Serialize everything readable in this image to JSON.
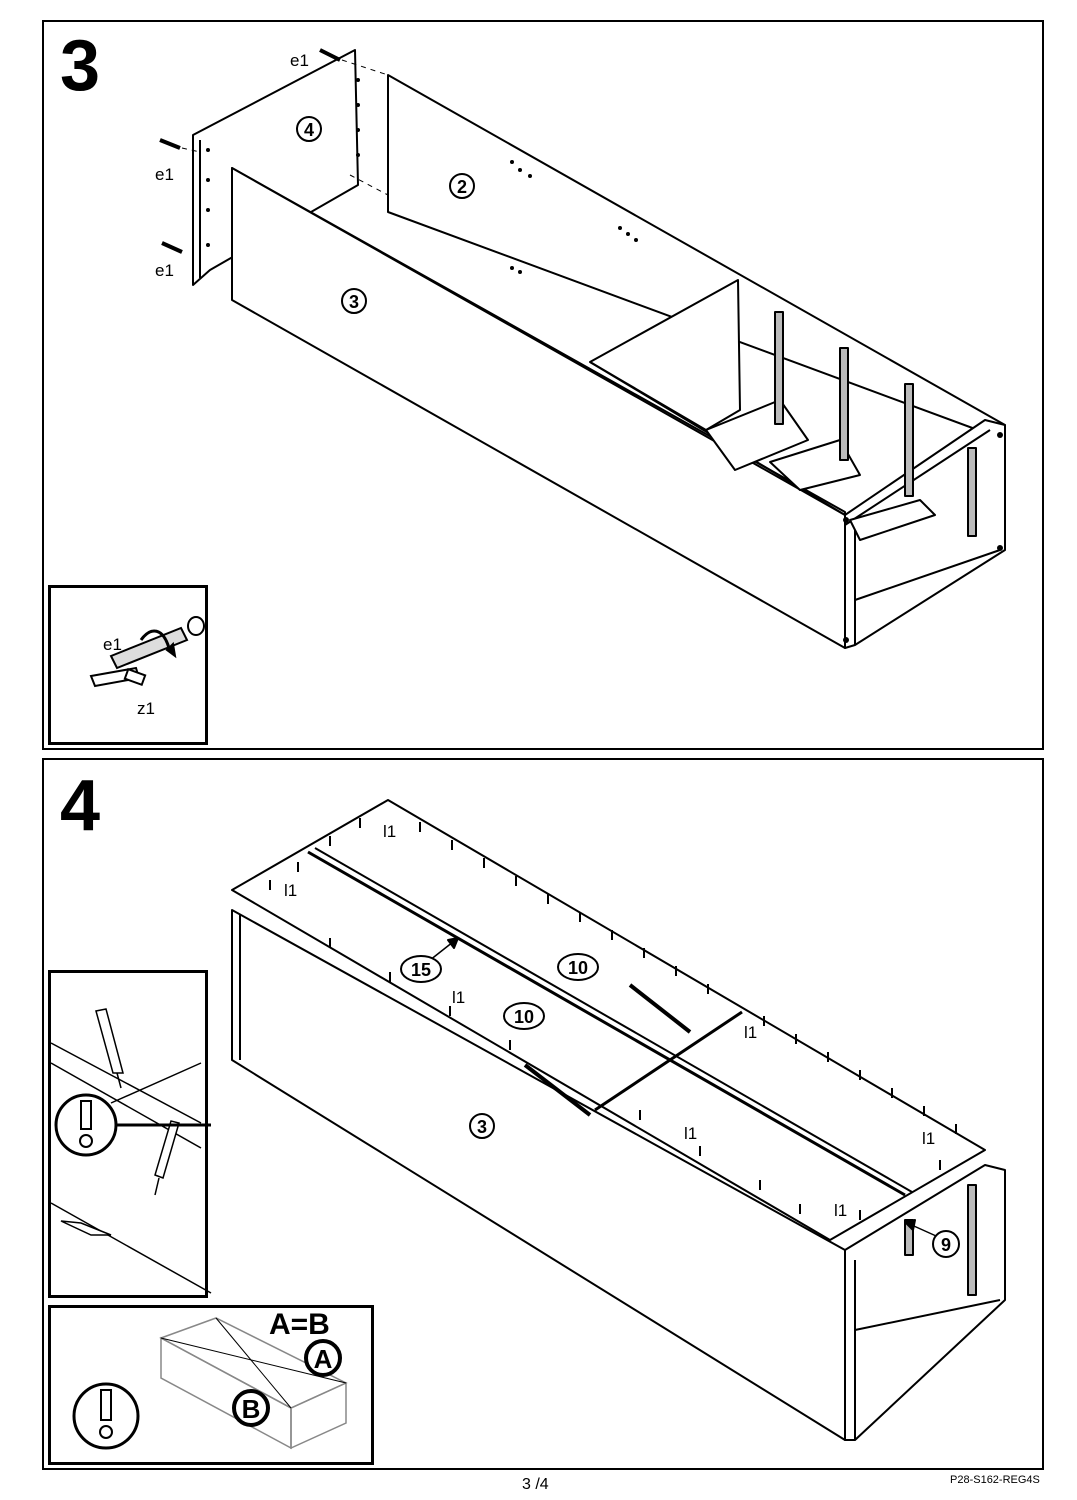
{
  "steps": [
    {
      "number": "3",
      "labels": {
        "e1_top": "e1",
        "e1_mid": "e1",
        "e1_bot": "e1",
        "inset_e1": "e1",
        "inset_z1": "z1"
      },
      "parts": {
        "p4": "4",
        "p2": "2",
        "p3": "3"
      }
    },
    {
      "number": "4",
      "labels": {
        "l1_a": "l1",
        "l1_b": "l1",
        "l1_c": "l1",
        "l1_d": "l1",
        "l1_e": "l1",
        "l1_f": "l1",
        "l1_g": "l1"
      },
      "parts": {
        "p15": "15",
        "p10a": "10",
        "p10b": "10",
        "p3": "3",
        "p9": "9"
      },
      "check": {
        "equation": "A=B",
        "a": "A",
        "b": "B"
      }
    }
  ],
  "footer": {
    "page": "3 /4",
    "code": "P28-S162-REG4S"
  }
}
